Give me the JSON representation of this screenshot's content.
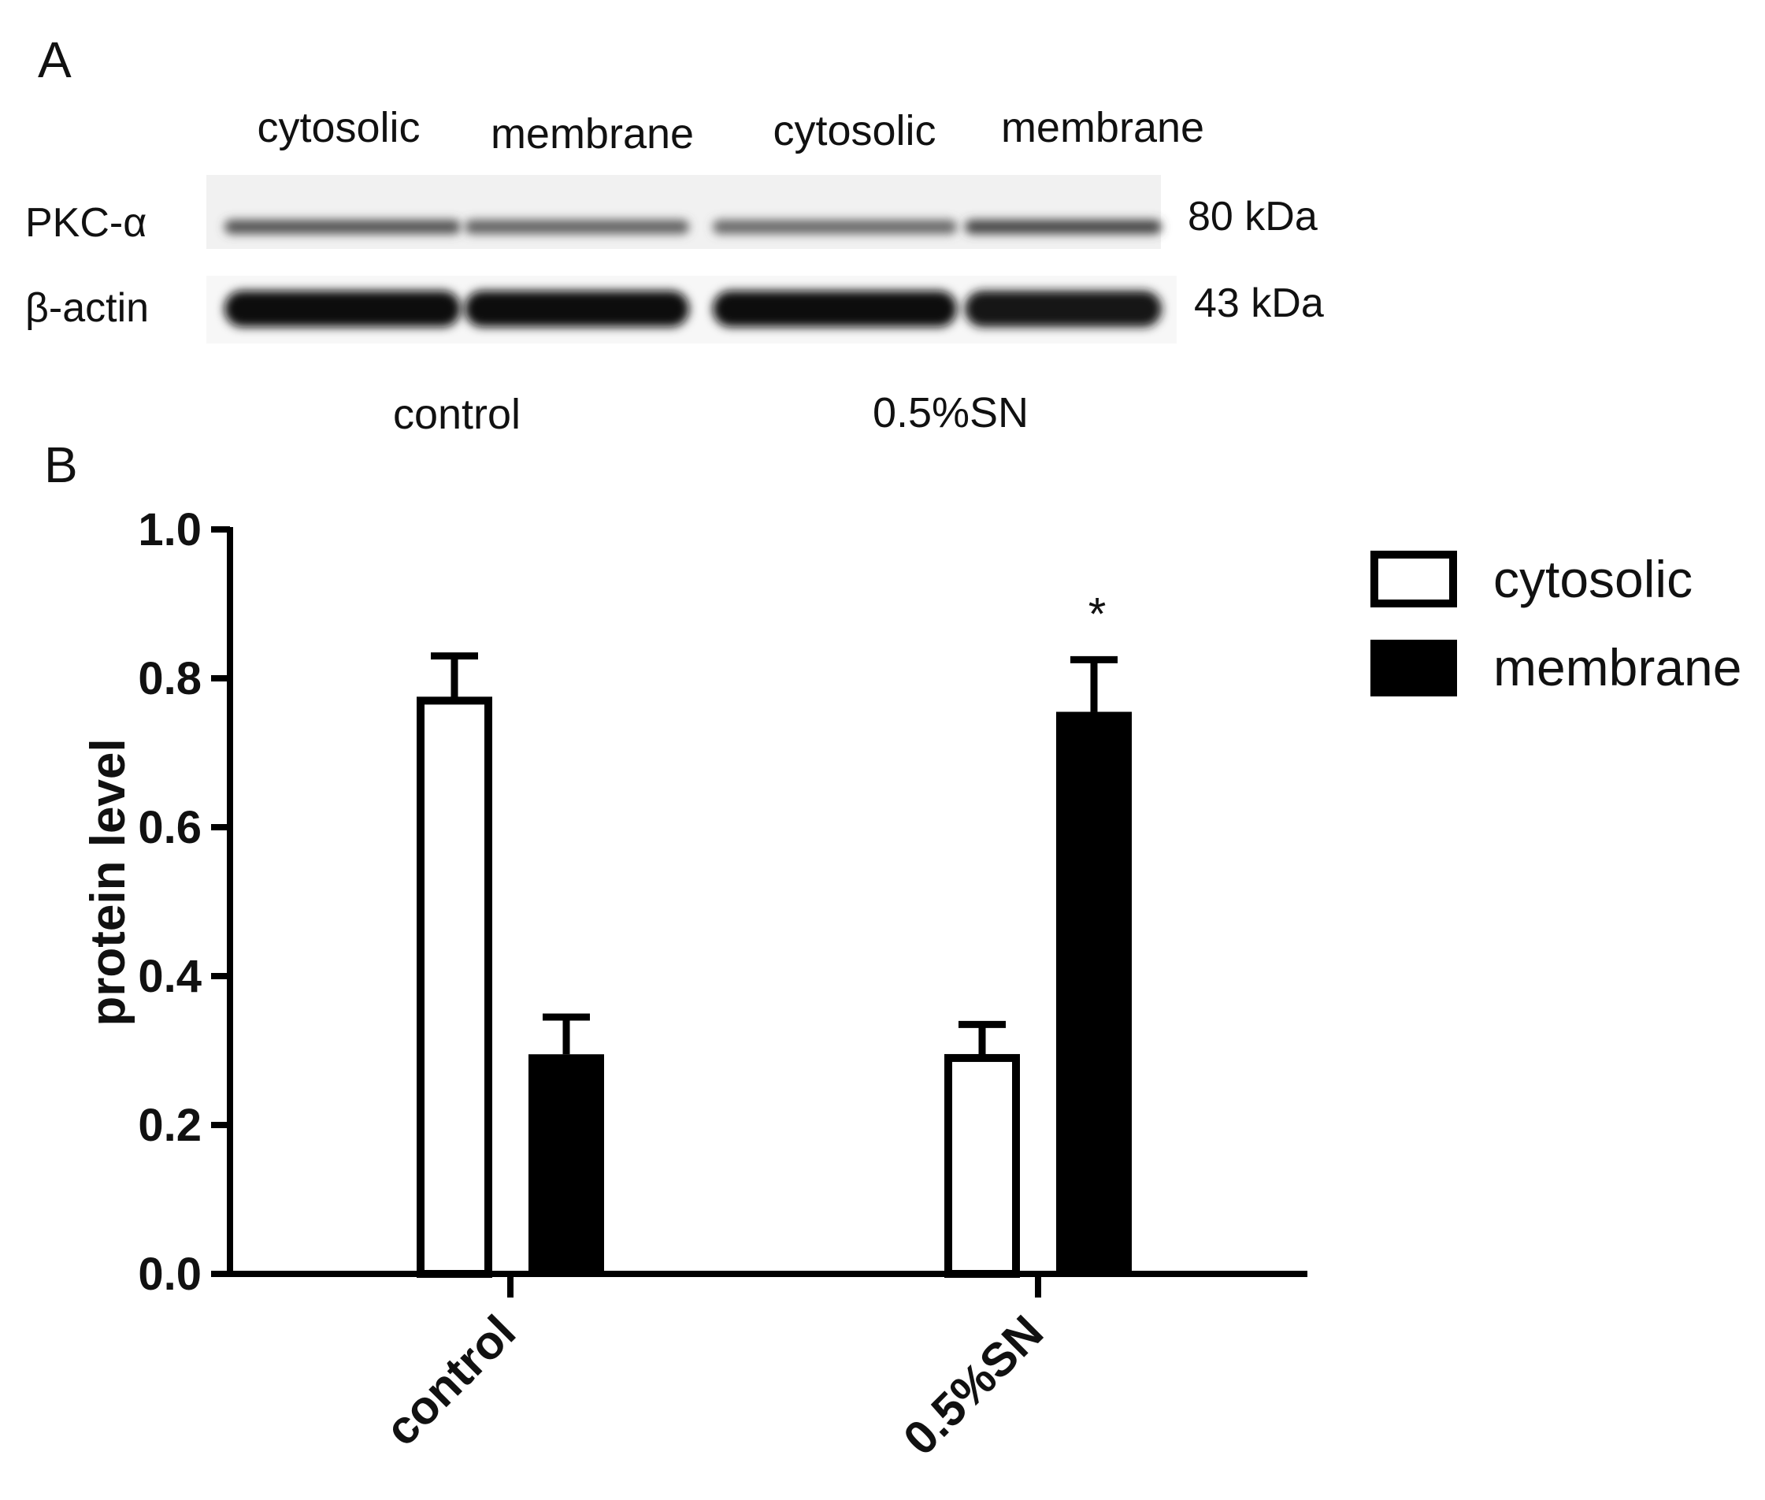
{
  "panel_a": {
    "label": "A",
    "lanes": [
      "cytosolic",
      "membrane",
      "cytosolic",
      "membrane"
    ],
    "rows": [
      {
        "label": "PKC-α",
        "size": "80 kDa",
        "intensity": [
          0.45,
          0.35,
          0.3,
          0.55
        ]
      },
      {
        "label": "β-actin",
        "size": "43 kDa",
        "intensity": [
          0.9,
          0.95,
          0.92,
          0.85
        ]
      }
    ],
    "groups": [
      "control",
      "0.5%SN"
    ]
  },
  "panel_b": {
    "label": "B"
  },
  "colors": {
    "cytosolic_fill": "#ffffff",
    "membrane_fill": "#000000",
    "stroke": "#000000"
  },
  "chart_data": {
    "type": "bar",
    "categories": [
      "control",
      "0.5%SN"
    ],
    "series": [
      {
        "name": "cytosolic",
        "values": [
          0.77,
          0.29
        ],
        "errors": [
          0.06,
          0.045
        ]
      },
      {
        "name": "membrane",
        "values": [
          0.295,
          0.755
        ],
        "errors": [
          0.05,
          0.07
        ]
      }
    ],
    "annotations": [
      {
        "category": "0.5%SN",
        "series": "membrane",
        "text": "*"
      }
    ],
    "ylabel": "protein level",
    "xlabel": "",
    "ylim": [
      0,
      1.0
    ],
    "yticks": [
      "0.0",
      "0.2",
      "0.4",
      "0.6",
      "0.8",
      "1.0"
    ],
    "legend_position": "top-right",
    "grid": false
  }
}
